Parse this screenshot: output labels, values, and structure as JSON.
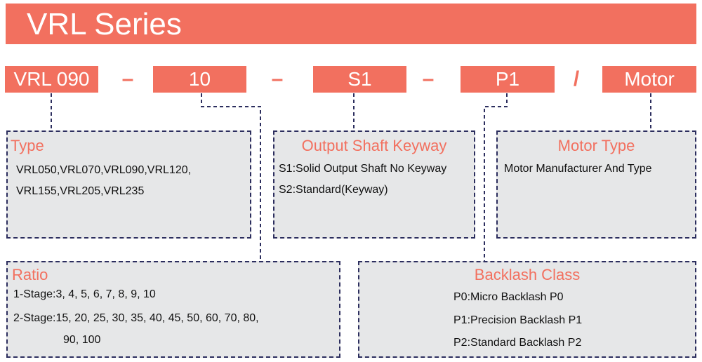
{
  "title": "VRL Series",
  "code": {
    "type": "VRL 090",
    "ratio": "10",
    "shaft": "S1",
    "backlash": "P1",
    "motor": "Motor",
    "dash": "–",
    "slash": "/"
  },
  "panels": {
    "type": {
      "title": "Type",
      "lines": [
        "VRL050,VRL070,VRL090,VRL120,",
        "VRL155,VRL205,VRL235"
      ]
    },
    "shaft": {
      "title": "Output Shaft Keyway",
      "lines": [
        "S1:Solid Output Shaft No Keyway",
        "S2:Standard(Keyway)"
      ]
    },
    "motor": {
      "title": "Motor Type",
      "lines": [
        "Motor Manufacturer And Type"
      ]
    },
    "ratio": {
      "title": "Ratio",
      "lines": [
        "1-Stage:3, 4, 5, 6, 7, 8, 9, 10",
        "2-Stage:15, 20, 25, 30, 35, 40, 45, 50, 60, 70, 80,",
        "90, 100"
      ]
    },
    "backlash": {
      "title": "Backlash Class",
      "lines": [
        "P0:Micro Backlash P0",
        "P1:Precision Backlash P1",
        "P2:Standard Backlash P2"
      ]
    }
  },
  "colors": {
    "accent": "#f2705f",
    "panel_bg": "#e6e7e8",
    "connector": "#2c2e5e"
  }
}
